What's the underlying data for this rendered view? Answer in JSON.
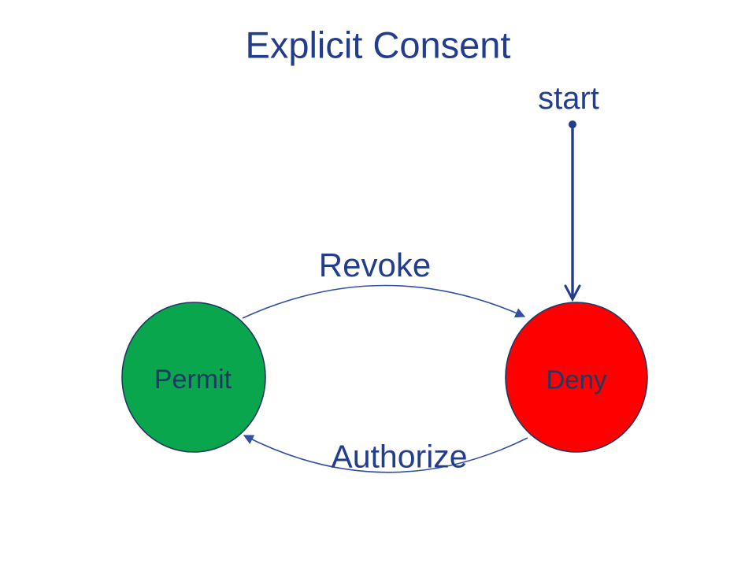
{
  "title": "Explicit Consent",
  "diagram": {
    "type": "state-machine",
    "start_label": "start",
    "states": [
      {
        "id": "permit",
        "label": "Permit",
        "fill_color": "#0aa64e"
      },
      {
        "id": "deny",
        "label": "Deny",
        "fill_color": "#fe0000"
      }
    ],
    "transitions": [
      {
        "label": "Revoke",
        "from": "Permit",
        "to": "Deny"
      },
      {
        "label": "Authorize",
        "from": "Deny",
        "to": "Permit"
      },
      {
        "label": "",
        "from": "start",
        "to": "Deny"
      }
    ]
  },
  "colors": {
    "navy": "#223c8e",
    "outline": "#1f3864",
    "state_text": "#1f3864",
    "arc_blue": "#3150a2",
    "green": "#0aa64e",
    "red": "#fe0000",
    "background": "#ffffff"
  }
}
